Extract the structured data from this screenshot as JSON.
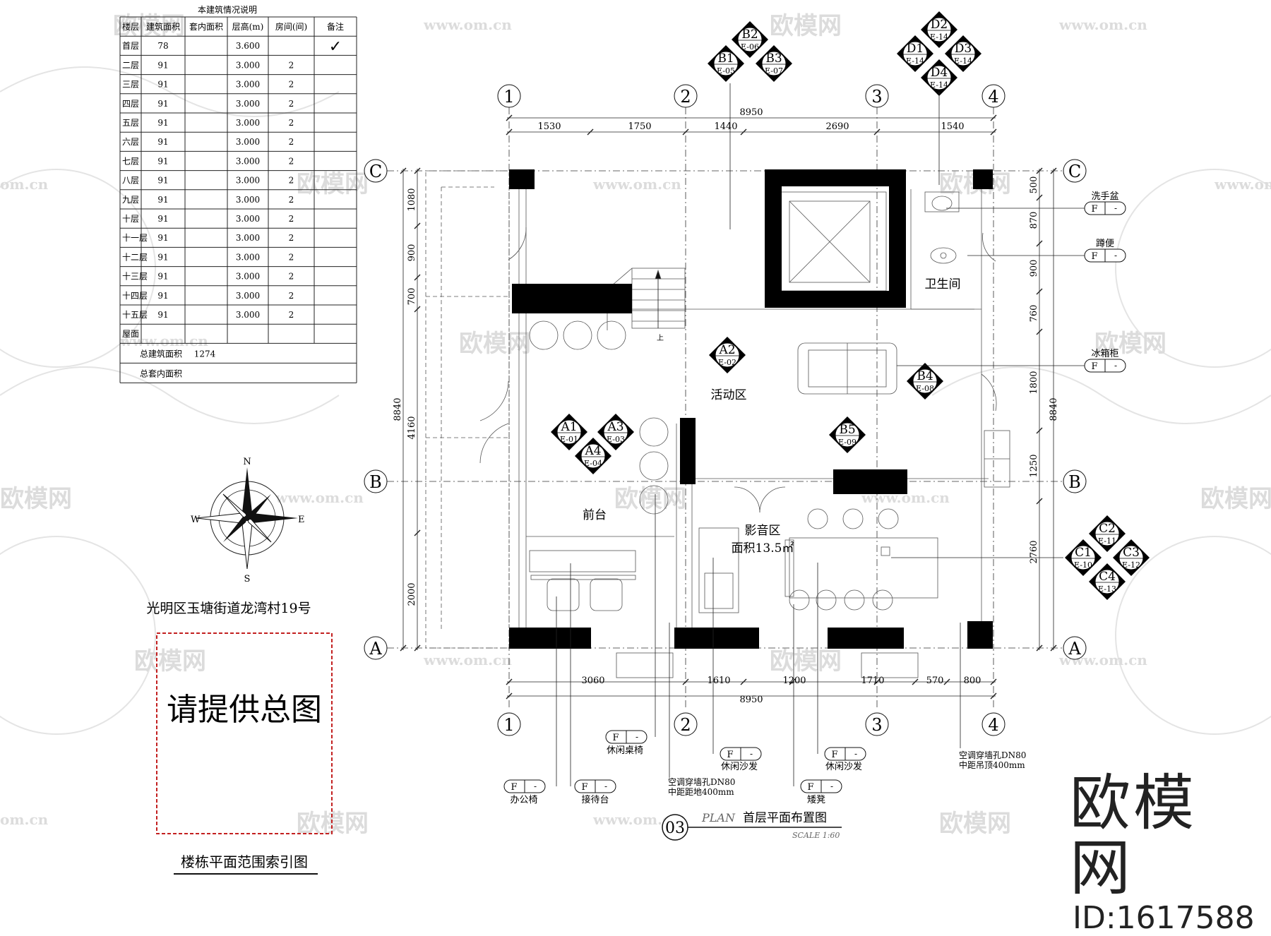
{
  "table": {
    "title": "本建筑情况说明",
    "headers": [
      "楼层",
      "建筑面积",
      "套内面积",
      "层高(m)",
      "房间(间)",
      "备注"
    ],
    "rows": [
      [
        "首层",
        "78",
        "",
        "3.600",
        "",
        "✓"
      ],
      [
        "二层",
        "91",
        "",
        "3.000",
        "2",
        ""
      ],
      [
        "三层",
        "91",
        "",
        "3.000",
        "2",
        ""
      ],
      [
        "四层",
        "91",
        "",
        "3.000",
        "2",
        ""
      ],
      [
        "五层",
        "91",
        "",
        "3.000",
        "2",
        ""
      ],
      [
        "六层",
        "91",
        "",
        "3.000",
        "2",
        ""
      ],
      [
        "七层",
        "91",
        "",
        "3.000",
        "2",
        ""
      ],
      [
        "八层",
        "91",
        "",
        "3.000",
        "2",
        ""
      ],
      [
        "九层",
        "91",
        "",
        "3.000",
        "2",
        ""
      ],
      [
        "十层",
        "91",
        "",
        "3.000",
        "2",
        ""
      ],
      [
        "十一层",
        "91",
        "",
        "3.000",
        "2",
        ""
      ],
      [
        "十二层",
        "91",
        "",
        "3.000",
        "2",
        ""
      ],
      [
        "十三层",
        "91",
        "",
        "3.000",
        "2",
        ""
      ],
      [
        "十四层",
        "91",
        "",
        "3.000",
        "2",
        ""
      ],
      [
        "十五层",
        "91",
        "",
        "3.000",
        "2",
        ""
      ],
      [
        "屋面",
        "",
        "",
        "",
        "",
        ""
      ]
    ],
    "total_area_label": "总建筑面积",
    "total_area_value": "1274",
    "total_inner_label": "总套内面积"
  },
  "compass": {
    "n": "N",
    "s": "S",
    "e": "E",
    "w": "W"
  },
  "address": "光明区玉塘街道龙湾村19号",
  "placeholder_box_text": "请提供总图",
  "index_title": "楼栋平面范围索引图",
  "grid": {
    "cols": [
      "1",
      "2",
      "3",
      "4"
    ],
    "rows": [
      "C",
      "B",
      "A"
    ]
  },
  "dims": {
    "top_total": "8950",
    "top_segments": [
      "1530",
      "1750",
      "1440",
      "2690",
      "1540"
    ],
    "bottom_segments": [
      "3060",
      "1610",
      "1200",
      "1710",
      "570",
      "800"
    ],
    "bottom_total": "8950",
    "left_total": "8840",
    "left_segments": [
      "1080",
      "900",
      "700",
      "4160",
      "2000"
    ],
    "right_total": "8840",
    "right_segments": [
      "500",
      "870",
      "900",
      "760",
      "1800",
      "1250",
      "2760"
    ]
  },
  "rooms": {
    "activity": "活动区",
    "reception": "前台",
    "av": "影音区",
    "av_area": "面积13.5㎡",
    "wc": "卫生间",
    "stairs_up": "上"
  },
  "callouts": {
    "b_group": [
      {
        "id": "B2",
        "sheet": "E-06"
      },
      {
        "id": "B1",
        "sheet": "E-05"
      },
      {
        "id": "B3",
        "sheet": "E-07"
      }
    ],
    "d_group": [
      {
        "id": "D2",
        "sheet": "E-14"
      },
      {
        "id": "D1",
        "sheet": "E-14"
      },
      {
        "id": "D3",
        "sheet": "E-14"
      },
      {
        "id": "D4",
        "sheet": "E-14"
      }
    ],
    "a2": {
      "id": "A2",
      "sheet": "E-02"
    },
    "b4": {
      "id": "B4",
      "sheet": "E-08"
    },
    "b5": {
      "id": "B5",
      "sheet": "E-09"
    },
    "a_group": [
      {
        "id": "A1",
        "sheet": "E-01"
      },
      {
        "id": "A3",
        "sheet": "E-03"
      },
      {
        "id": "A4",
        "sheet": "E-04"
      }
    ],
    "c_group": [
      {
        "id": "C2",
        "sheet": "E-11"
      },
      {
        "id": "C1",
        "sheet": "E-10"
      },
      {
        "id": "C3",
        "sheet": "E-12"
      },
      {
        "id": "C4",
        "sheet": "E-13"
      }
    ]
  },
  "tags": {
    "code": "F",
    "dash": "-",
    "wash_basin": "洗手盆",
    "toilet": "蹲便",
    "fridge": "冰箱柜",
    "leisure_chair": "休闲桌椅",
    "leisure_sofa_1": "休闲沙发",
    "leisure_sofa_2": "休闲沙发",
    "office_chair": "办公椅",
    "reception_desk": "接待台",
    "stool": "矮凳",
    "ac_hole_1_line1": "空调穿墙孔DN80",
    "ac_hole_1_line2": "中距距地400mm",
    "ac_hole_2_line1": "空调穿墙孔DN80",
    "ac_hole_2_line2": "中距吊顶400mm"
  },
  "drawing_title": {
    "number": "03",
    "plan": "PLAN",
    "name": "首层平面布置图",
    "scale": "SCALE 1:60"
  },
  "watermark": {
    "cn": "欧模网",
    "url": "www.om.cn",
    "url_short": "om.cn"
  },
  "brand": {
    "name": "欧模网",
    "id": "ID:1617588"
  }
}
